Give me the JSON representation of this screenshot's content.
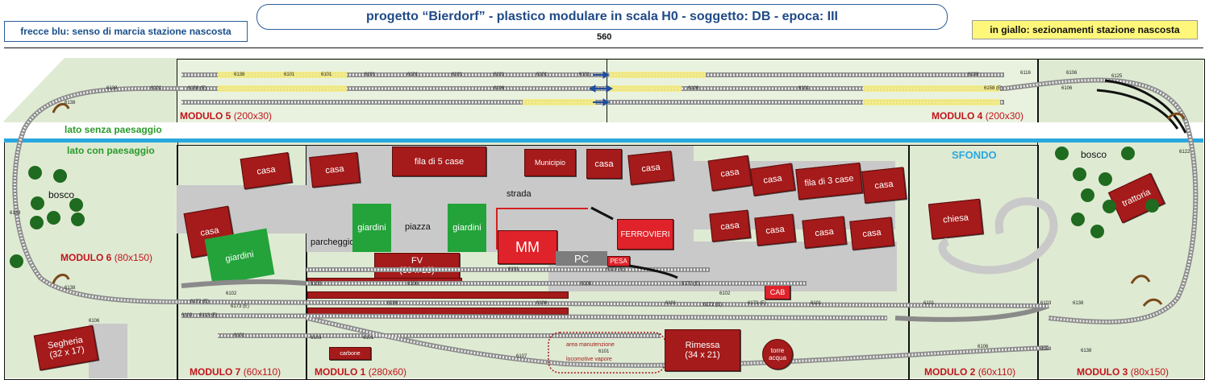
{
  "header": {
    "left_note": "frecce blu: senso di marcia stazione nascosta",
    "title": "progetto “Bierdorf”  -  plastico modulare in scala H0  -  soggetto: DB  -  epoca: III",
    "dimension": "560",
    "right_note": "in giallo: sezionamenti stazione nascosta"
  },
  "labels": {
    "no_scenery": "lato senza paesaggio",
    "with_scenery": "lato con paesaggio",
    "background": "SFONDO",
    "wood_left": "bosco",
    "wood_right": "bosco",
    "street": "strada",
    "square": "piazza",
    "parking": "parcheggio",
    "maintenance": "area manutenzione",
    "steam": "locomotive  vapore",
    "mm": "MM",
    "pc": "PC"
  },
  "modules": [
    {
      "name": "MODULO 5",
      "size": "(200x30)"
    },
    {
      "name": "MODULO 4",
      "size": "(200x30)"
    },
    {
      "name": "MODULO 6",
      "size": "(80x150)"
    },
    {
      "name": "MODULO 7",
      "size": "(60x110)"
    },
    {
      "name": "MODULO 1",
      "size": "(280x60)"
    },
    {
      "name": "MODULO 2",
      "size": "(60x110)"
    },
    {
      "name": "MODULO 3",
      "size": "(80x150)"
    }
  ],
  "buildings": {
    "casa": "casa",
    "fila5": "fila di 5 case",
    "municipio": "Municipio",
    "fila3": "fila di 3 case",
    "chiesa": "chiesa",
    "trattoria": "trattoria",
    "ferrovieri": "FERROVIERI",
    "fv": "FV",
    "fv_size": "(39 x 13)",
    "pesa": "PESA",
    "cab": "CAB",
    "segheria": "Segheria",
    "segheria_size": "(32 x 17)",
    "rimessa": "Rimessa",
    "rimessa_size": "(34 x 21)",
    "torre": "torre acqua",
    "carbone": "carbone",
    "giardini": "giardini"
  },
  "track_codes": {
    "t6101": "6101",
    "t6106": "6106",
    "t6138": "6138",
    "t6103": "6103",
    "t6102": "6102",
    "t6158": "6158 (E)",
    "t6172": "6172 (E)",
    "t6173": "6173 (E)",
    "t6113": "6113 (E)",
    "t6107": "6107",
    "t6116": "6116",
    "t6125": "6125",
    "t6122": "6122",
    "t6133": "6133"
  },
  "colors": {
    "border_blue": "#2b5d9a",
    "background_line": "#29a8e0",
    "building": "#a51a1a",
    "garden": "#23a33a",
    "module_label": "#c0151b",
    "board": "#dfead3",
    "section_yellow": "#f7ef86"
  },
  "icons": [
    "arrow-right-icon",
    "arrow-double-icon",
    "buffer-stop-icon",
    "tree-icon"
  ]
}
